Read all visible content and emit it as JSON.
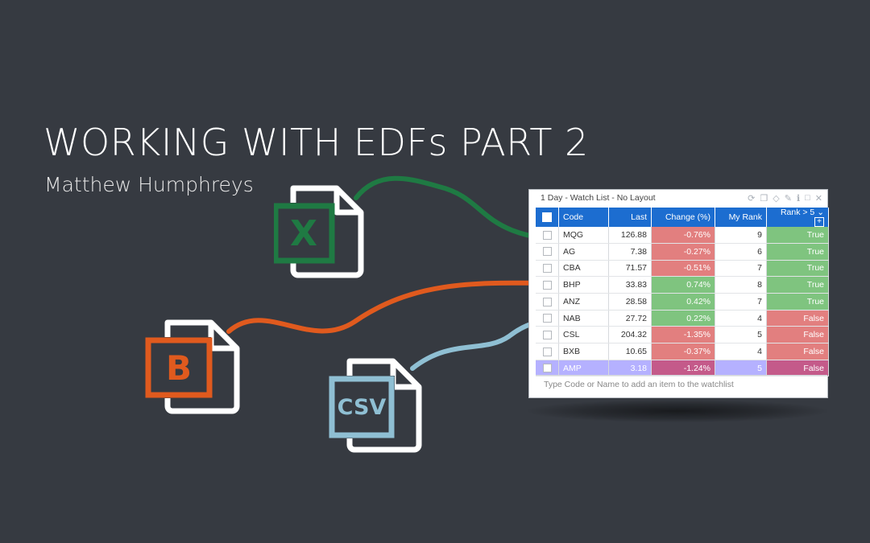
{
  "hero": {
    "title": "WORKING WITH EDFs PART 2",
    "author": "Matthew Humphreys"
  },
  "files": {
    "excel": {
      "label": "X",
      "color": "#1f7a43"
    },
    "bloomberg": {
      "label": "B",
      "color": "#e05a1e"
    },
    "csv": {
      "label": "CSV",
      "color": "#8fbfd3"
    }
  },
  "watchlist": {
    "title": "1 Day - Watch List - No Layout",
    "headers": [
      "Code",
      "Last",
      "Change (%)",
      "My Rank",
      "Rank > 5"
    ],
    "rows": [
      {
        "code": "MQG",
        "last": "126.88",
        "change": "-0.76%",
        "rank": "9",
        "rank5": "True"
      },
      {
        "code": "AG",
        "last": "7.38",
        "change": "-0.27%",
        "rank": "6",
        "rank5": "True"
      },
      {
        "code": "CBA",
        "last": "71.57",
        "change": "-0.51%",
        "rank": "7",
        "rank5": "True"
      },
      {
        "code": "BHP",
        "last": "33.83",
        "change": "0.74%",
        "rank": "8",
        "rank5": "True"
      },
      {
        "code": "ANZ",
        "last": "28.58",
        "change": "0.42%",
        "rank": "7",
        "rank5": "True"
      },
      {
        "code": "NAB",
        "last": "27.72",
        "change": "0.22%",
        "rank": "4",
        "rank5": "False"
      },
      {
        "code": "CSL",
        "last": "204.32",
        "change": "-1.35%",
        "rank": "5",
        "rank5": "False"
      },
      {
        "code": "BXB",
        "last": "10.65",
        "change": "-0.37%",
        "rank": "4",
        "rank5": "False"
      },
      {
        "code": "AMP",
        "last": "3.18",
        "change": "-1.24%",
        "rank": "5",
        "rank5": "False"
      }
    ],
    "input_placeholder": "Type Code or Name to add an item to the watchlist",
    "colors": {
      "header": "#1c6dd0",
      "negative": "#e27f7f",
      "positive": "#7fc47f",
      "highlight": "#b5b1ff"
    }
  }
}
